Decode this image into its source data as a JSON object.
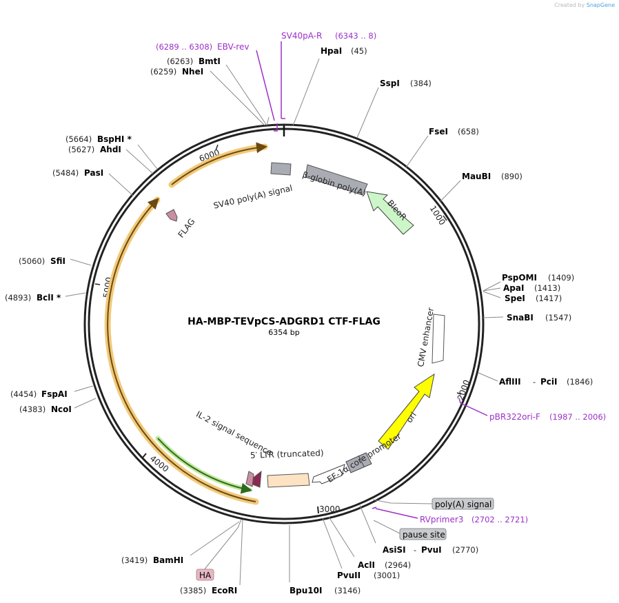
{
  "credit": {
    "prefix": "Created by",
    "brand": "SnapGene"
  },
  "map": {
    "title": "HA-MBP-TEVpCS-ADGRD1 CTF-FLAG",
    "length_label": "6354 bp",
    "length": 6354
  },
  "ticks": [
    "1000",
    "2000",
    "3000",
    "4000",
    "5000",
    "6000"
  ],
  "enzymes": [
    {
      "name": "HpaI",
      "pos": "(45)"
    },
    {
      "name": "SspI",
      "pos": "(384)"
    },
    {
      "name": "FseI",
      "pos": "(658)"
    },
    {
      "name": "MauBI",
      "pos": "(890)"
    },
    {
      "name": "PspOMI",
      "pos": "(1409)"
    },
    {
      "name": "ApaI",
      "pos": "(1413)"
    },
    {
      "name": "SpeI",
      "pos": "(1417)"
    },
    {
      "name": "SnaBI",
      "pos": "(1547)"
    },
    {
      "name": "AflIII",
      "sep": "-",
      "name2": "PciI",
      "pos": "(1846)"
    },
    {
      "name": "AsiSI",
      "sep": "-",
      "name2": "PvuI",
      "pos": "(2770)"
    },
    {
      "name": "AclI",
      "pos": "(2964)"
    },
    {
      "name": "PvuII",
      "pos": "(3001)"
    },
    {
      "name": "Bpu10I",
      "pos": "(3146)"
    },
    {
      "name": "EcoRI",
      "pos": "(3385)"
    },
    {
      "name": "BamHI",
      "pos": "(3419)"
    },
    {
      "name": "NcoI",
      "pos": "(4383)"
    },
    {
      "name": "FspAI",
      "pos": "(4454)"
    },
    {
      "name": "BclI *",
      "pos": "(4893)"
    },
    {
      "name": "SfiI",
      "pos": "(5060)"
    },
    {
      "name": "PasI",
      "pos": "(5484)"
    },
    {
      "name": "AhdI",
      "pos": "(5627)"
    },
    {
      "name": "BspHI *",
      "pos": "(5664)"
    },
    {
      "name": "NheI",
      "pos": "(6259)"
    },
    {
      "name": "BmtI",
      "pos": "(6263)"
    }
  ],
  "primers": [
    {
      "name": "SV40pA-R",
      "range": "(6343 .. 8)"
    },
    {
      "name": "EBV-rev",
      "range": "(6289 .. 6308)"
    },
    {
      "name": "pBR322ori-F",
      "range": "(1987 .. 2006)"
    },
    {
      "name": "RVprimer3",
      "range": "(2702 .. 2721)"
    }
  ],
  "boxed_features": {
    "polyA": "poly(A) signal",
    "pause": "pause site",
    "HA": "HA"
  },
  "features": {
    "sv40": "SV40 poly(A) signal",
    "bglobin": "β-globin poly(A)",
    "bleor": "BleoR",
    "flag": "FLAG",
    "cmv": "CMV enhancer",
    "ori": "ori",
    "ef1a": "EF-1α core promoter",
    "ltr": "5′ LTR (truncated)",
    "il2": "IL-2 signal sequence"
  },
  "colors": {
    "primer": "#9b2fc9",
    "orf_highlight": "#f2c97a",
    "orf_dark": "#6b4a10",
    "il2_green": "#7ccf4a",
    "bleor_fill": "#ccf5c8",
    "ori_fill": "#ffff00",
    "ltr_fill": "#fde3c4",
    "grey_feature": "#a9acb3",
    "flag_fill": "#c98fa0",
    "ha_box": "#e5b8c3"
  }
}
